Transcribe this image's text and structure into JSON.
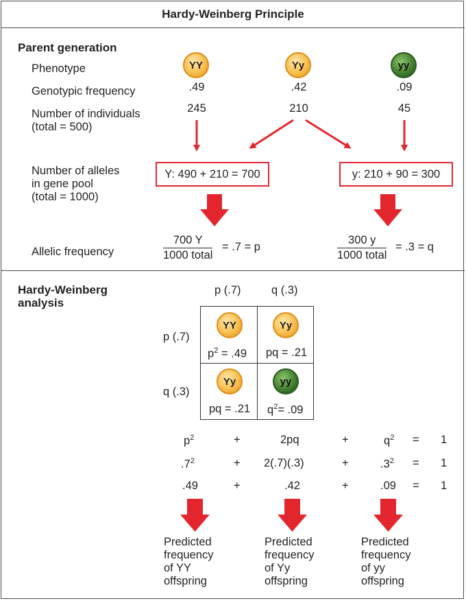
{
  "title": "Hardy-Weinberg Principle",
  "parent": {
    "heading": "Parent generation",
    "row_labels": {
      "phenotype": "Phenotype",
      "genotypic_frequency": "Genotypic frequency",
      "number_individuals": "Number of individuals",
      "number_individuals_total": "(total = 500)",
      "alleles_line1": "Number of alleles",
      "alleles_line2": "in gene pool",
      "alleles_total": "(total = 1000)",
      "allelic_frequency": "Allelic frequency"
    },
    "genotypes": [
      {
        "label": "YY",
        "frequency": ".49",
        "individuals": "245",
        "color": "#f7be4f"
      },
      {
        "label": "Yy",
        "frequency": ".42",
        "individuals": "210",
        "color": "#f7be4f"
      },
      {
        "label": "yy",
        "frequency": ".09",
        "individuals": "45",
        "color": "#3e7a2c"
      }
    ],
    "allele_boxes": {
      "Y": "Y: 490 + 210 = 700",
      "y": "y: 210 + 90 = 300"
    },
    "allelic_frequency": {
      "p": {
        "numerator": "700 Y",
        "denominator": "1000 total",
        "result": "= .7 = p"
      },
      "q": {
        "numerator": "300 y",
        "denominator": "1000 total",
        "result": "= .3 = q"
      }
    }
  },
  "analysis": {
    "heading_line1": "Hardy-Weinberg",
    "heading_line2": "analysis",
    "col_p": "p (.7)",
    "col_q": "q (.3)",
    "row_p": "p (.7)",
    "row_q": "q (.3)",
    "cells": [
      {
        "genotype": "YY",
        "base": "p",
        "exp": "2",
        "value": " = .49"
      },
      {
        "genotype": "Yy",
        "text": "pq = .21"
      },
      {
        "genotype": "Yy",
        "text": "pq = .21"
      },
      {
        "genotype": "yy",
        "base": "q",
        "exp": "2",
        "value": "= .09"
      }
    ],
    "equations": {
      "row1": {
        "a_base": "p",
        "a_exp": "2",
        "plus": "+",
        "b": "2pq",
        "c_base": "q",
        "c_exp": "2",
        "eq": "=",
        "one": "1"
      },
      "row2": {
        "a_base": ".7",
        "a_exp": "2",
        "plus": "+",
        "b": "2(.7)(.3)",
        "c_base": ".3",
        "c_exp": "2",
        "eq": "=",
        "one": "1"
      },
      "row3": {
        "a": ".49",
        "plus": "+",
        "b": ".42",
        "c": ".09",
        "eq": "=",
        "one": "1"
      }
    },
    "predictions": [
      {
        "l1": "Predicted",
        "l2": "frequency",
        "l3": "of YY",
        "l4": "offspring"
      },
      {
        "l1": "Predicted",
        "l2": "frequency",
        "l3": "of Yy",
        "l4": "offspring"
      },
      {
        "l1": "Predicted",
        "l2": "frequency",
        "l3": "of yy",
        "l4": "offspring"
      }
    ]
  },
  "colors": {
    "arrow_red": "#e3262d",
    "border": "#4a4a4a",
    "yellow_ball": "#f7be4f",
    "green_ball": "#3e7a2c"
  }
}
